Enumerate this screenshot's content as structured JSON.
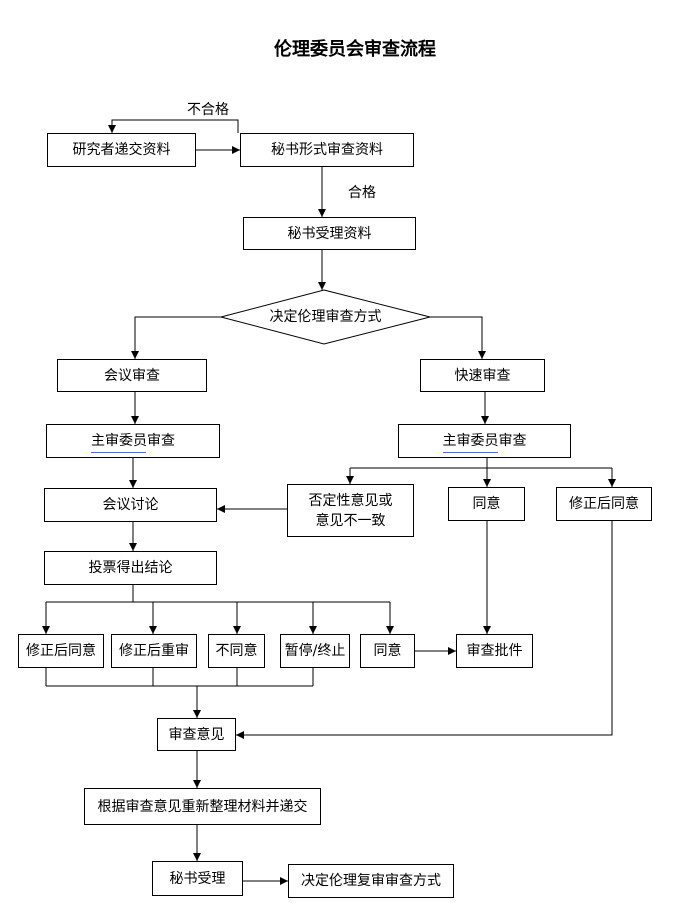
{
  "title": "伦理委员会审查流程",
  "labels": {
    "fail": "不合格",
    "pass": "合格"
  },
  "nodes": {
    "researcher_submit": "研究者递交资料",
    "secretary_formal_review": "秘书形式审查资料",
    "secretary_accept": "秘书受理资料",
    "decide_method": "决定伦理审查方式",
    "meeting_review": "会议审查",
    "fast_review": "快速审查",
    "primary_review_left": "主审委员审查",
    "primary_review_right": "主审委员审查",
    "meeting_discussion": "会议讨论",
    "negative_opinion": {
      "line1": "否定性意见或",
      "line2": "意见不一致"
    },
    "fast_agree": "同意",
    "fast_agree_after_revision": "修正后同意",
    "vote_conclusion": "投票得出结论",
    "outcome_agree_after_revision": "修正后同意",
    "outcome_re_review_after_revision": "修正后重审",
    "outcome_disagree": "不同意",
    "outcome_suspend_terminate": "暂停/终止",
    "outcome_agree": "同意",
    "approval_document": "审查批件",
    "review_opinion": "审查意见",
    "resubmit": "根据审查意见重新整理材料并递交",
    "secretary_accept_2": "秘书受理",
    "decide_re_review_method": "决定伦理复审审查方式"
  },
  "colors": {
    "line": "#000000",
    "spellcheck_underline": "#4a6fd1"
  }
}
